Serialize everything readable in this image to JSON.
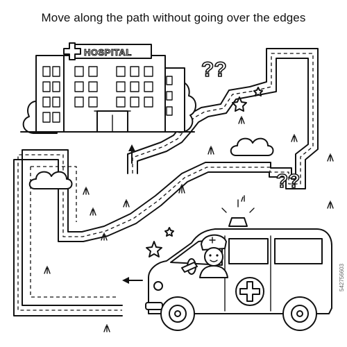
{
  "instruction": "Move along the path without going over the edges",
  "hospital_sign": "HOSPITAL",
  "stock_id": "542756603",
  "icons": {
    "building": "hospital-building-icon",
    "vehicle": "ambulance-icon",
    "person": "doctor-icon",
    "start_marker": "arrow-left-icon",
    "end_marker": "arrow-up-icon"
  }
}
